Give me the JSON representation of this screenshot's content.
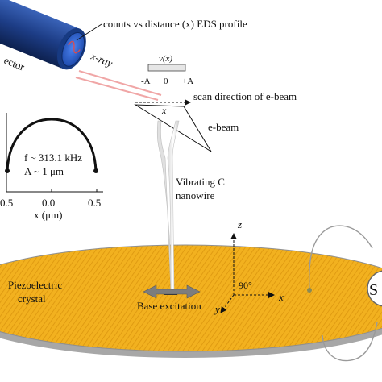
{
  "labels": {
    "counts_vs_distance": "counts vs distance (x) EDS profile",
    "detector": "ector",
    "xray": "x-ray",
    "vx": "v(x)",
    "minus_a": "-A",
    "zero": "0",
    "plus_a": "+A",
    "scan_direction": "scan direction of e-beam",
    "x_small": "x",
    "ebeam": "e-beam",
    "freq_line": "f ~ 313.1 kHz",
    "amp_line": "A ~ 1 μm",
    "tick_left": "0.5",
    "tick_mid": "0.0",
    "tick_right": "0.5",
    "inset_xlabel": "x (μm)",
    "vibrating_line1": "Vibrating C",
    "vibrating_line2": "nanowire",
    "axis_z": "z",
    "axis_x": "x",
    "axis_y": "y",
    "angle": "90°",
    "piezo_line1": "Piezoelectric",
    "piezo_line2": "crystal",
    "base_excitation": "Base excitation",
    "source_partial": "S"
  },
  "colors": {
    "plate": "#f2b11f",
    "plate_stripe": "#d9930c",
    "plate_edge": "#9a9a9a",
    "detector_body": "#1e3f86",
    "detector_face": "#2b5fd6",
    "xray_beam": "#f0a6a6",
    "excitation_arrow": "#808080",
    "wire_lead": "#9b9b6a"
  }
}
